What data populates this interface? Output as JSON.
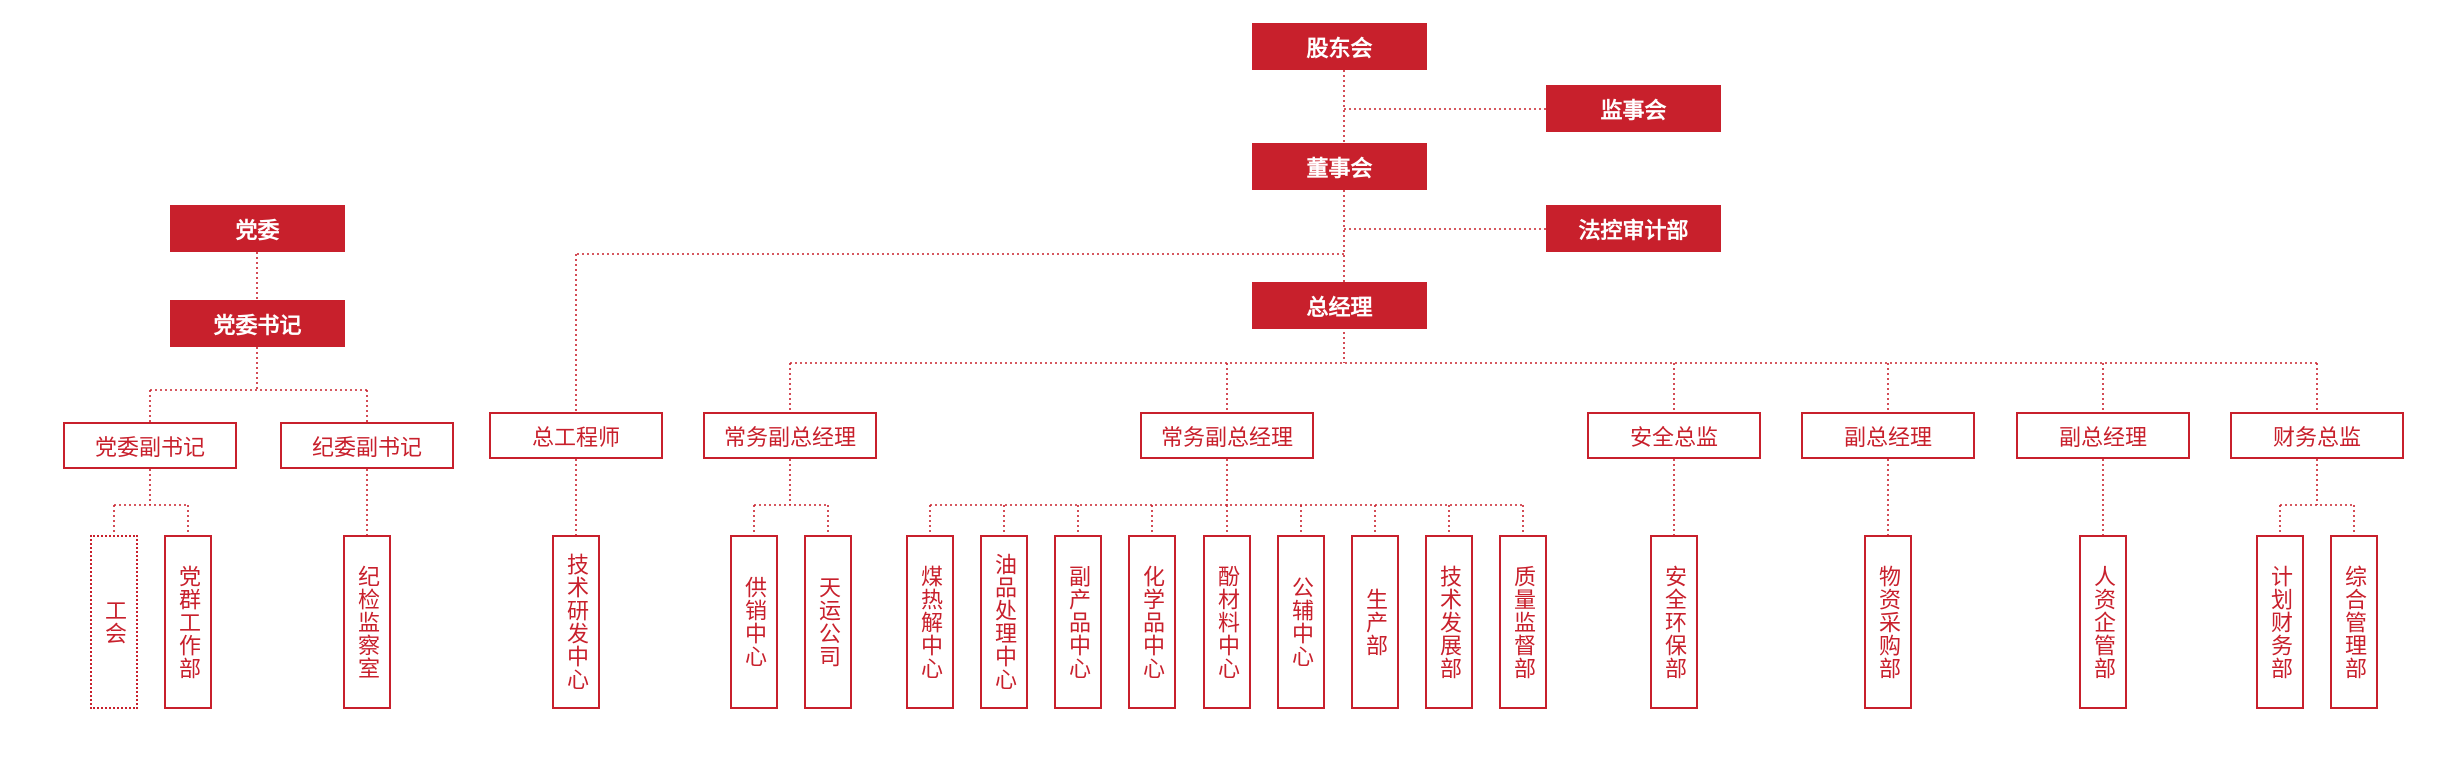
{
  "colors": {
    "accent": "#c8202c"
  },
  "top": {
    "shareholders": "股东会",
    "supervisory_board": "监事会",
    "board_of_directors": "董事会",
    "legal_audit": "法控审计部",
    "general_manager": "总经理"
  },
  "party": {
    "committee": "党委",
    "secretary": "党委书记",
    "deputy_secretary": "党委副书记",
    "discipline_deputy_secretary": "纪委副书记",
    "trade_union": "工会",
    "party_work_dept": "党群工作部",
    "discipline_office": "纪检监察室"
  },
  "management": {
    "chief_engineer": "总工程师",
    "rd_center": "技术研发中心",
    "exec_vp_1": "常务副总经理",
    "supply_sales_center": "供销中心",
    "tianyun_company": "天运公司",
    "exec_vp_2": "常务副总经理",
    "centers": [
      "煤热解中心",
      "油品处理中心",
      "副产品中心",
      "化学品中心",
      "酚材料中心",
      "公辅中心",
      "生产部",
      "技术发展部",
      "质量监督部"
    ],
    "safety_director": "安全总监",
    "safety_env_dept": "安全环保部",
    "vp_1": "副总经理",
    "procurement_dept": "物资采购部",
    "vp_2": "副总经理",
    "hr_dept": "人资企管部",
    "finance_director": "财务总监",
    "planning_finance_dept": "计划财务部",
    "general_mgmt_dept": "综合管理部"
  }
}
